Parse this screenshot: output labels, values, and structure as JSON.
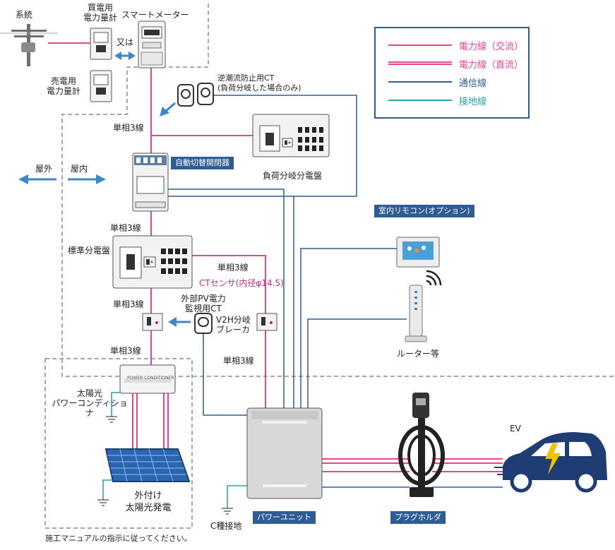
{
  "labels": {
    "grid": "系統",
    "buy_meter": "買電用\n電力量計",
    "or": "又は",
    "smart_meter": "スマートメーター",
    "sell_meter": "売電用\n電力量計",
    "reverse_ct": "逆潮流防止用CT\n(負荷分岐した場合のみ)",
    "single_3wire_1": "単相3線",
    "single_3wire_2": "単相3線",
    "single_3wire_3": "単相3線",
    "single_3wire_4": "単相3線",
    "single_3wire_5": "単相3線",
    "single_3wire_6": "単相3線",
    "outdoor": "屋外",
    "indoor": "屋内",
    "auto_switch": "自動切替開閉器",
    "load_panel": "負荷分岐分電盤",
    "std_panel": "標準分電盤",
    "ct_sensor": "CTセンサ(内径φ14.5)",
    "pv_ct": "外部PV電力\n監視用CT",
    "v2h_breaker": "V2H分岐\nブレーカ",
    "remote": "室内リモコン(オプション)",
    "router": "ルーター等",
    "pcs": "太陽光\nパワーコンディショナ",
    "pv": "外付け\n太陽光発電",
    "c_ground": "C種接地",
    "power_unit": "パワーユニット",
    "plug_holder": "プラグホルダ",
    "ev": "EV",
    "note": "施工マニュアルの指示に従ってください。",
    "pcs_plate": "POWER CONDITIONER"
  },
  "legend": [
    {
      "label": "電力線（交流）",
      "color": "#e8448f",
      "double": false
    },
    {
      "label": "電力線（直流）",
      "color": "#e8448f",
      "double": true
    },
    {
      "label": "通信線",
      "color": "#2e5c93",
      "double": false
    },
    {
      "label": "接地線",
      "color": "#2aa0a8",
      "double": false
    }
  ],
  "colors": {
    "ac": "#e8448f",
    "comm": "#2e5c93",
    "ground": "#2aa0a8",
    "tag": "#2e5c93",
    "ev": "#1f3c73",
    "bolt": "#f2c100"
  }
}
